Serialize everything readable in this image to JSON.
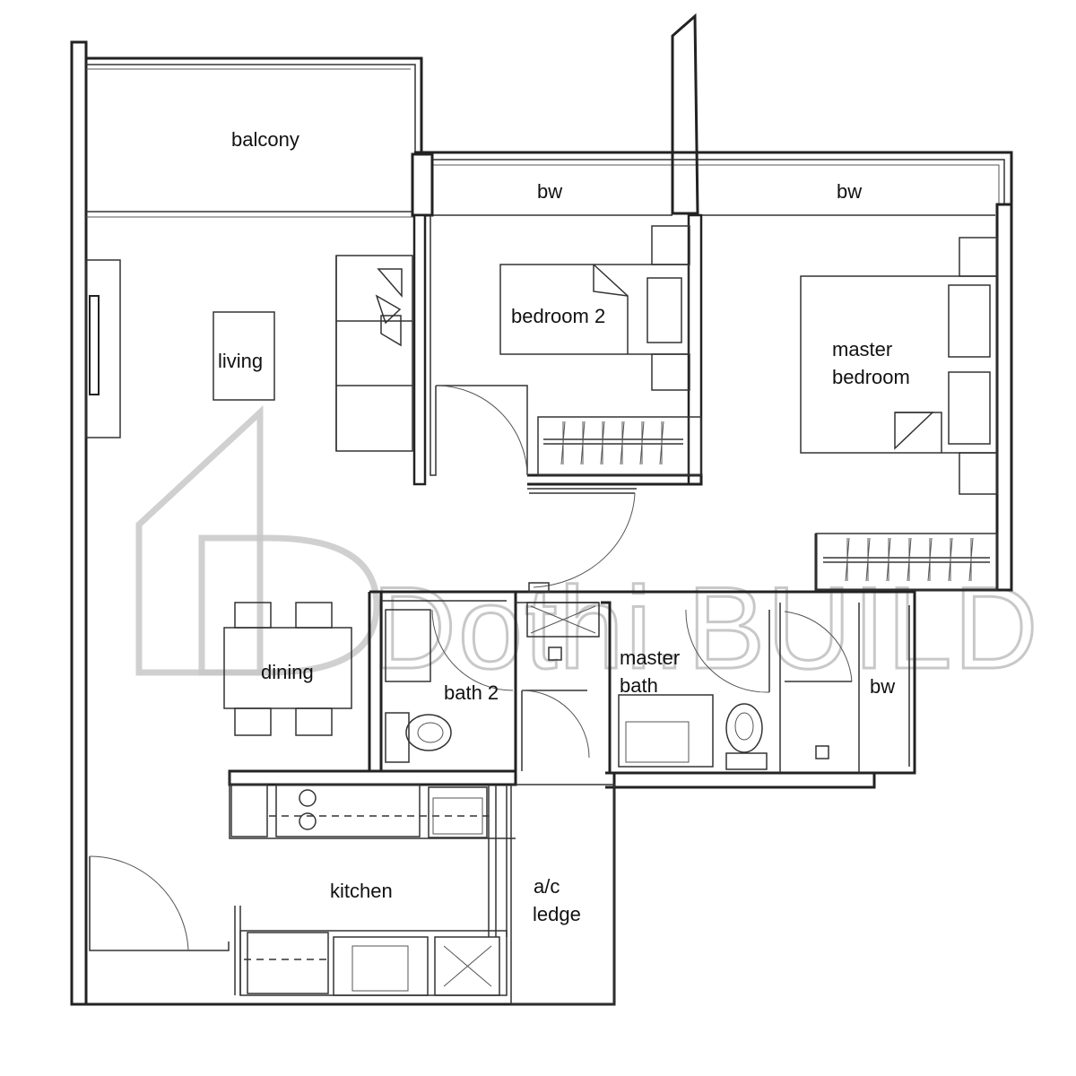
{
  "rooms": {
    "balcony": "balcony",
    "bw_top_left": "bw",
    "bw_top_right": "bw",
    "living": "living",
    "bedroom2": "bedroom 2",
    "master_bedroom_line1": "master",
    "master_bedroom_line2": "bedroom",
    "dining": "dining",
    "bath2": "bath 2",
    "master_bath_line1": "master",
    "master_bath_line2": "bath",
    "bw_right": "bw",
    "kitchen": "kitchen",
    "ac_ledge_line1": "a/c",
    "ac_ledge_line2": "ledge"
  },
  "watermark": {
    "text": "Dothi.BUILD"
  }
}
